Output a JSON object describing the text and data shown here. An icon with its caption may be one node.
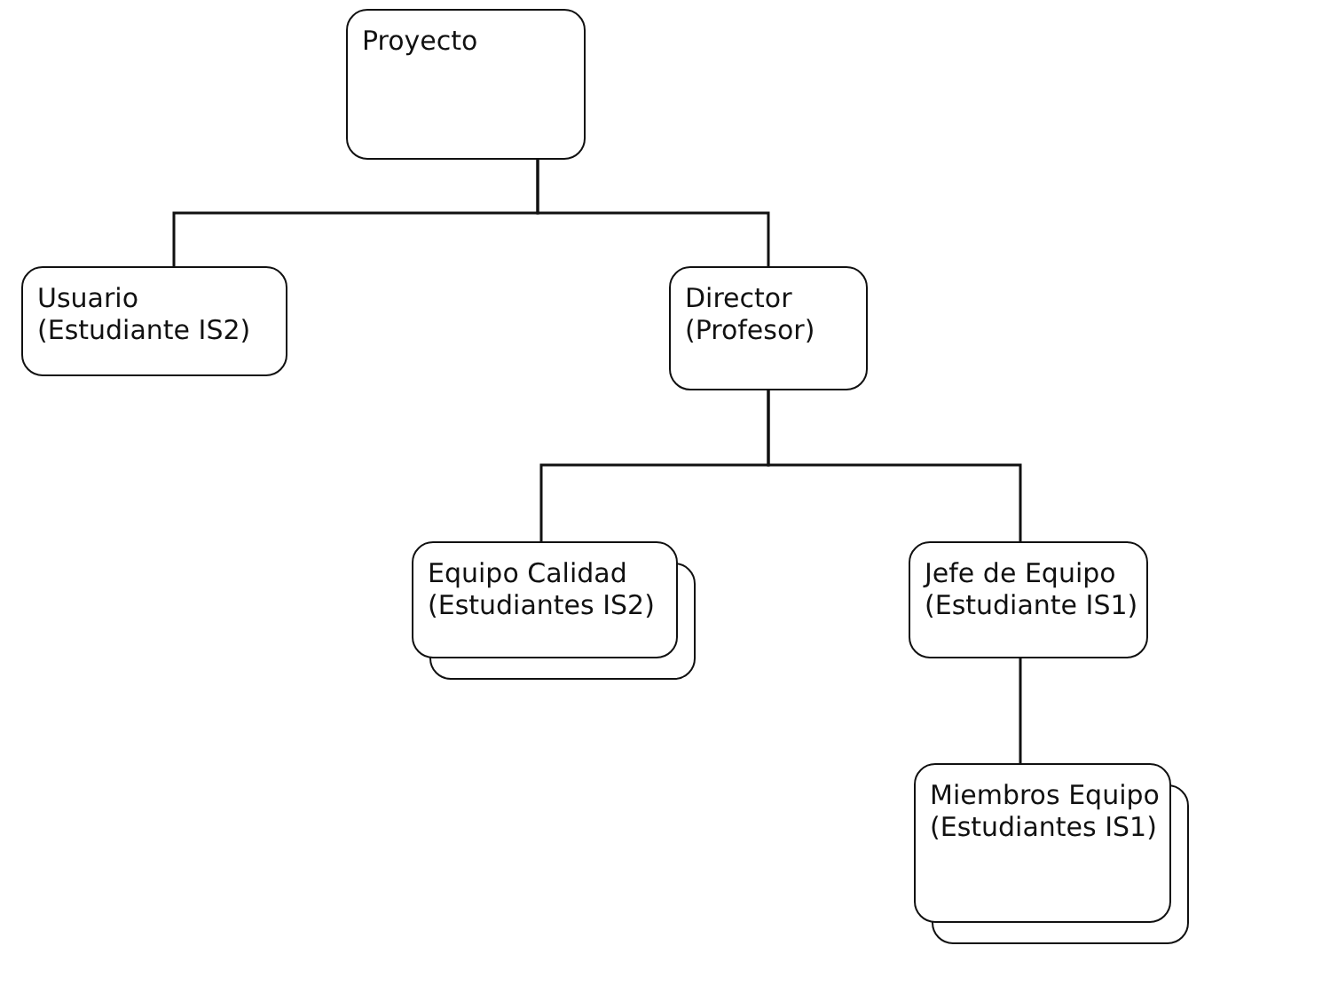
{
  "diagram": {
    "nodes": [
      {
        "text": [
          "Proyecto"
        ]
      },
      {
        "text": [
          "Usuario",
          "(Estudiante IS2)"
        ]
      },
      {
        "text": [
          "Director",
          "(Profesor)"
        ]
      },
      {
        "text": [
          "Equipo Calidad",
          "(Estudiantes IS2)"
        ]
      },
      {
        "text": [
          "Jefe de Equipo",
          "(Estudiante IS1)"
        ]
      },
      {
        "text": [
          "Miembros Equipo",
          "(Estudiantes IS1)"
        ]
      }
    ],
    "edges": [
      {
        "from": 0,
        "to": 1,
        "arrow": "none"
      },
      {
        "from": 0,
        "to": 2,
        "arrow": "none"
      },
      {
        "from": 2,
        "to": 3,
        "arrow": "none"
      },
      {
        "from": 2,
        "to": 4,
        "arrow": "none"
      },
      {
        "from": 4,
        "to": 5,
        "arrow": "none"
      }
    ]
  }
}
